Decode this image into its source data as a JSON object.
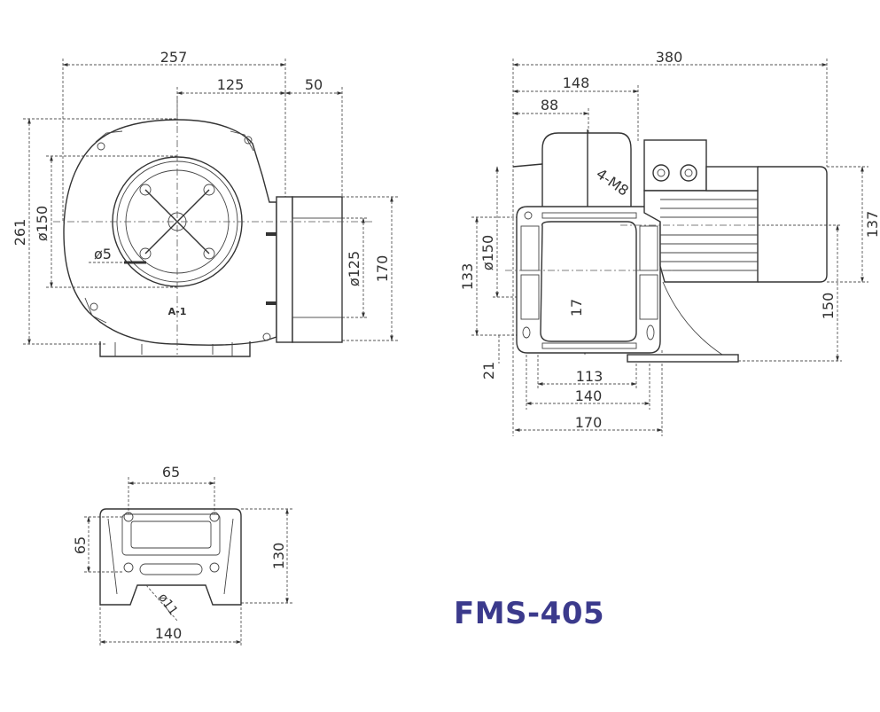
{
  "model": "FMS-405",
  "accent_color": "#3b3a8c",
  "front_view": {
    "dims": {
      "overall_width": "257",
      "center_to_flange": "125",
      "outlet_depth": "50",
      "overall_height": "261",
      "inlet_dia": "ø150",
      "hole_dia": "ø5",
      "outlet_dia": "ø125",
      "outlet_height": "170"
    },
    "label": "A-1"
  },
  "side_view": {
    "dims": {
      "overall_length": "380",
      "to_motor": "148",
      "to_center": "88",
      "bolt": "4-M8",
      "motor_height": "137",
      "axis_height": "150",
      "inlet_height": "133",
      "inlet_dia": "ø150",
      "offset": "17",
      "foot_height": "21",
      "inner_width": "113",
      "hole_span": "140",
      "base_width": "170"
    }
  },
  "base_view": {
    "dims": {
      "hole_span_x": "65",
      "hole_span_y": "65",
      "depth": "130",
      "width": "140",
      "hole_dia": "ø11"
    }
  }
}
